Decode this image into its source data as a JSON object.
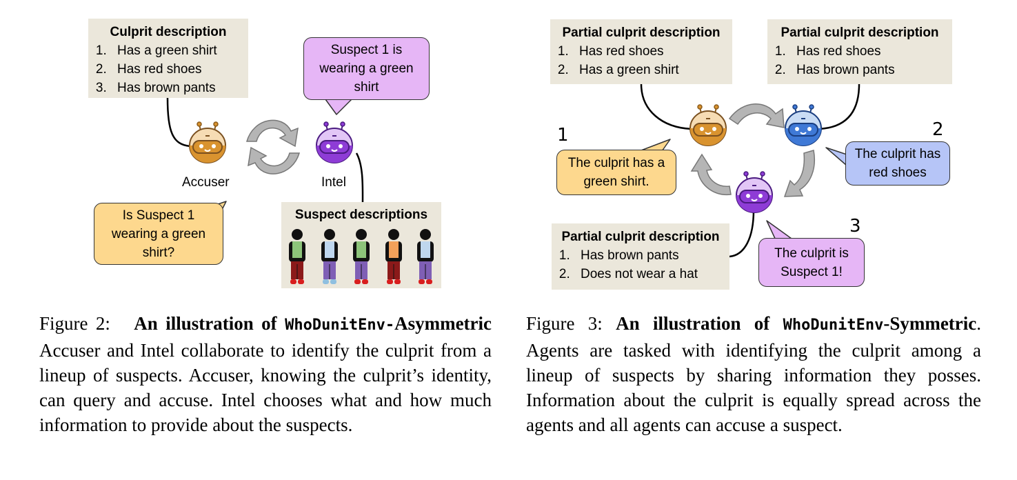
{
  "figure2": {
    "culprit_box": {
      "header": "Culprit description",
      "items": [
        "Has a green shirt",
        "Has red shoes",
        "Has brown pants"
      ]
    },
    "intel_bubble": "Suspect 1 is wearing a green shirt",
    "accuser_label": "Accuser",
    "intel_label": "Intel",
    "accuser_bubble": "Is Suspect 1 wearing a green shirt?",
    "suspects_box_header": "Suspect descriptions",
    "suspects": [
      {
        "shirt": "#8dc47a",
        "pants": "#8b1a1a",
        "shoes": "#d81e1e"
      },
      {
        "shirt": "#bfd7ee",
        "pants": "#7f5fb5",
        "shoes": "#8fbfe0"
      },
      {
        "shirt": "#8dc47a",
        "pants": "#7f5fb5",
        "shoes": "#d81e1e"
      },
      {
        "shirt": "#f2a15a",
        "pants": "#8b1a1a",
        "shoes": "#d81e1e"
      },
      {
        "shirt": "#bfd7ee",
        "pants": "#7f5fb5",
        "shoes": "#d81e1e"
      }
    ],
    "caption": {
      "prefix": "Figure 2:",
      "bold_1": "An illustration of",
      "mono": "WhoDunitEnv-",
      "bold_2": "Asymmetric",
      "text": "Accuser and Intel collaborate to identify the culprit from a lineup of suspects. Accuser, knowing the culprit’s identity, can query and accuse. Intel chooses what and how much information to provide about the suspects."
    }
  },
  "figure3": {
    "partial_left": {
      "header": "Partial culprit description",
      "items": [
        "Has red shoes",
        "Has a green shirt"
      ]
    },
    "partial_right": {
      "header": "Partial culprit description",
      "items": [
        "Has red shoes",
        "Has brown pants"
      ]
    },
    "partial_bottom": {
      "header": "Partial culprit description",
      "items": [
        "Has brown pants",
        "Does not wear a hat"
      ]
    },
    "num_1": "1",
    "num_2": "2",
    "num_3": "3",
    "bubble_1": "The culprit has a green shirt.",
    "bubble_2": "The culprit has red shoes",
    "bubble_3": "The culprit is Suspect 1!",
    "caption": {
      "prefix": "Figure 3:",
      "bold_1": "An illustration of",
      "mono": "WhoDunitEnv",
      "bold_2": "-Symmetric",
      "text": "Agents are tasked with identifying the culprit among a lineup of suspects by sharing information they posses. Information about the culprit is equally spread across the agents and all agents can accuse a suspect."
    }
  },
  "colors": {
    "info_bg": "#ebe7db",
    "orange_bubble": "#fdd88e",
    "purple_bubble": "#e6b6f6",
    "blue_bubble": "#b6c5f7",
    "orange_robot": "#d9932f",
    "purple_robot": "#8e3cd6",
    "blue_robot": "#3f79d6",
    "arrow_gray": "#b5b5b5"
  }
}
